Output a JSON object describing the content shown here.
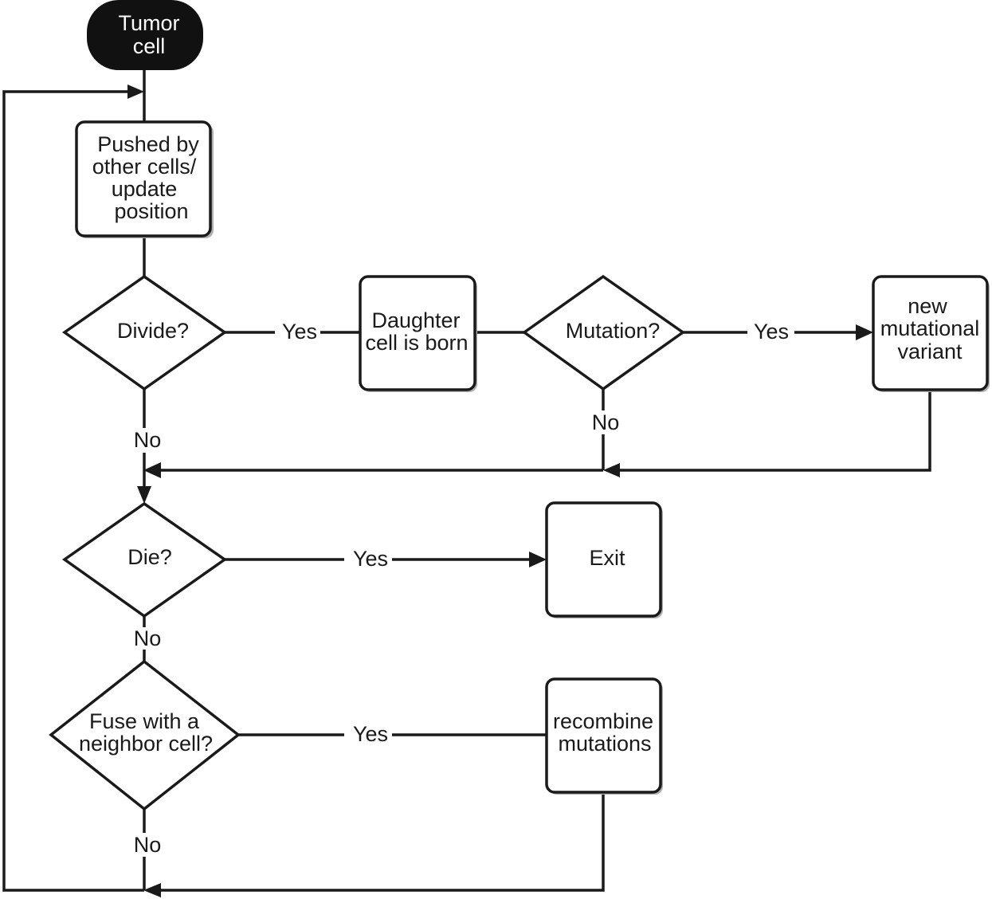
{
  "nodes": {
    "start": [
      "Tumor",
      "cell"
    ],
    "pushed": [
      "Pushed by",
      "other cells/",
      "update",
      "position"
    ],
    "divide": [
      "Divide?"
    ],
    "daughter": [
      "Daughter",
      "cell is born"
    ],
    "mutation": [
      "Mutation?"
    ],
    "variant": [
      "new",
      "mutational",
      "variant"
    ],
    "die": [
      "Die?"
    ],
    "exit": [
      "Exit"
    ],
    "fuse": [
      "Fuse with a",
      "neighbor cell?"
    ],
    "recombine": [
      "recombine",
      "mutations"
    ]
  },
  "edges": {
    "divide_yes": "Yes",
    "divide_no": "No",
    "mutation_yes": "Yes",
    "mutation_no": "No",
    "die_yes": "Yes",
    "die_no": "No",
    "fuse_yes": "Yes",
    "fuse_no": "No"
  },
  "colors": {
    "ink": "#1a1a1a",
    "start_fill": "#111111"
  }
}
